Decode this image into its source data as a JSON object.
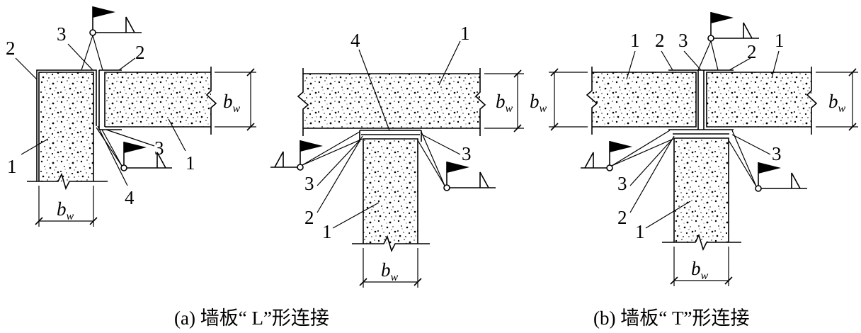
{
  "captions": {
    "a": "(a) 墙板“ L”形连接",
    "b": "(b) 墙板“ T”形连接"
  },
  "dimension": {
    "symbol": "b",
    "subscript": "w"
  },
  "part_labels": {
    "concrete_wall_panel": "1",
    "steel_plate": "2",
    "weld": "3",
    "gap": "4"
  },
  "icons": [
    "weld-flag-icon",
    "break-line-icon",
    "speckle-concrete-fill"
  ],
  "colors": {
    "ink": "#000000",
    "background": "#ffffff"
  }
}
